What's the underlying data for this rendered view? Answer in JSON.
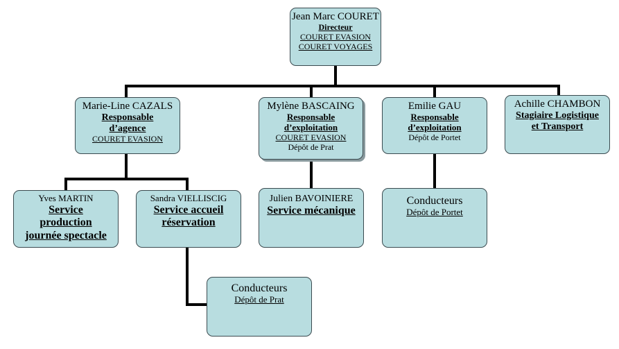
{
  "nodes": {
    "director": {
      "name": "Jean Marc COURET",
      "title": "Directeur",
      "line1": "COURET EVASION",
      "line2": "COURET VOYAGES"
    },
    "cazals": {
      "name": "Marie-Line CAZALS",
      "title1": "Responsable",
      "title2": "d’agence",
      "org": "COURET EVASION"
    },
    "bascaing": {
      "name": "Mylène  BASCAING",
      "title1": "Responsable",
      "title2": "d’exploitation",
      "org": "COURET EVASION",
      "site": "Dépôt de Prat"
    },
    "gau": {
      "name": "Emilie GAU",
      "title1": "Responsable",
      "title2": "d’exploitation",
      "site": "Dépôt de Portet"
    },
    "chambon": {
      "name": "Achille CHAMBON",
      "title1": "Stagiaire Logistique",
      "title2": "et Transport"
    },
    "martin": {
      "name": "Yves MARTIN",
      "title1": "Service",
      "title2": "production",
      "title3": "journée spectacle"
    },
    "vielliscig": {
      "name": "Sandra VIELLISCIG",
      "title1": "Service accueil",
      "title2": "réservation"
    },
    "bavoiniere": {
      "name": "Julien BAVOINIERE",
      "title": "Service mécanique"
    },
    "conducteurs_portet": {
      "name": "Conducteurs",
      "site": "Dépôt de Portet"
    },
    "conducteurs_prat": {
      "name": "Conducteurs",
      "site": "Dépôt de Prat"
    }
  }
}
